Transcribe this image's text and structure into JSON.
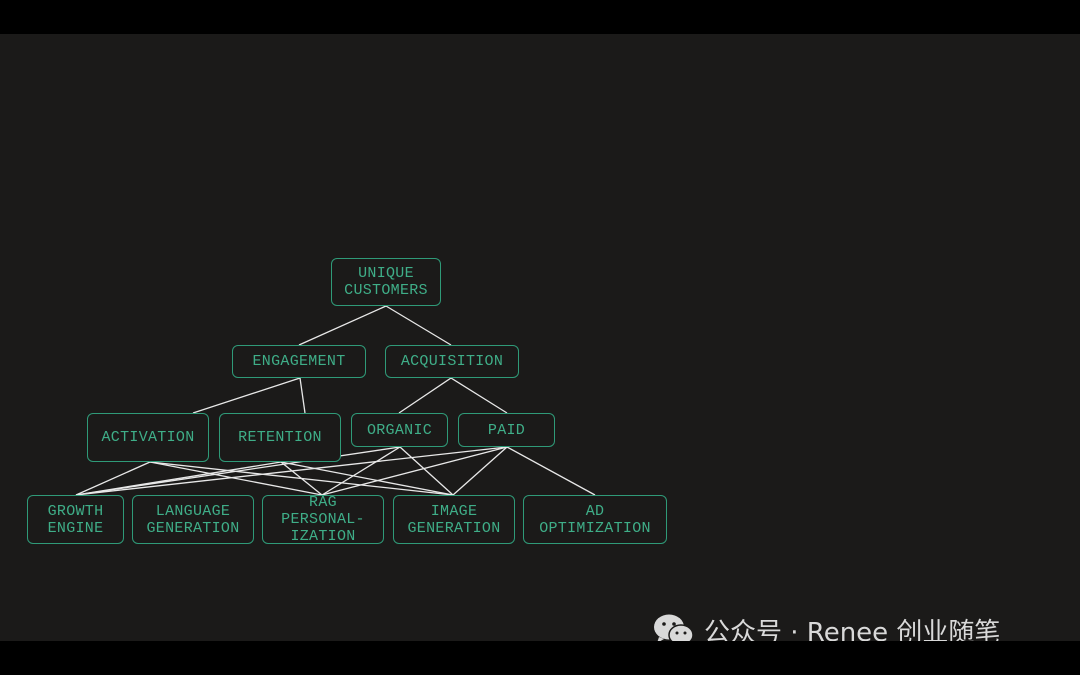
{
  "nodes": {
    "unique_customers": "UNIQUE\nCUSTOMERS",
    "engagement": "ENGAGEMENT",
    "acquisition": "ACQUISITION",
    "activation": "ACTIVATION",
    "retention": "RETENTION",
    "organic": "ORGANIC",
    "paid": "PAID",
    "growth_engine": "GROWTH\nENGINE",
    "language_generation": "LANGUAGE\nGENERATION",
    "rag_personalization": "RAG\nPERSONAL-\nIZATION",
    "image_generation": "IMAGE\nGENERATION",
    "ad_optimization": "AD\nOPTIMIZATION"
  },
  "watermark": {
    "text": "公众号 · Renee 创业随笔",
    "icon": "wechat-icon"
  },
  "colors": {
    "background": "#1b1a19",
    "letterbox": "#000000",
    "node_border": "#2f9a78",
    "node_text": "#3fae88",
    "edge": "#e8e8e8"
  }
}
